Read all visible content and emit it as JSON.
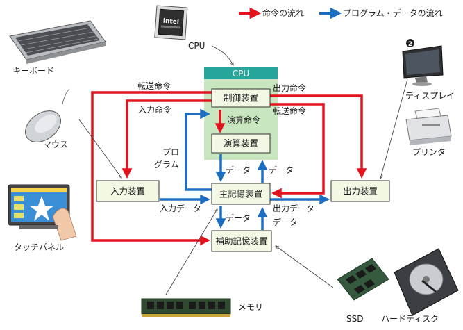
{
  "legend": {
    "command_flow": "命令の流れ",
    "data_flow": "プログラム・データの流れ"
  },
  "colors": {
    "command": "#e3131e",
    "data": "#1d6ec0",
    "cpu_band": "#26a69a",
    "cpu_body": "#c8e6c0",
    "box_fill": "#f2f8e4"
  },
  "cpu": {
    "header": "CPU",
    "photo_label": "CPU",
    "chip_text": "intel"
  },
  "boxes": {
    "control": "制御装置",
    "alu": "演算装置",
    "main_memory": "主記憶装置",
    "input": "入力装置",
    "output": "出力装置",
    "aux_memory": "補助記憶装置"
  },
  "arrow_labels": {
    "transfer_cmd_left": "転送命令",
    "output_cmd": "出力命令",
    "input_cmd": "入力命令",
    "transfer_cmd_right": "転送命令",
    "compute_cmd": "演算命令",
    "program_1": "プロ",
    "program_2": "グラム",
    "data_down": "データ",
    "data_up": "データ",
    "input_data": "入力データ",
    "output_data": "出力データ",
    "aux_data_down": "データ",
    "aux_data_up": "データ"
  },
  "devices": {
    "keyboard": "キーボード",
    "mouse": "マウス",
    "touch_panel": "タッチパネル",
    "display": "ディスプレイ",
    "display_badge": "2",
    "printer": "プリンタ",
    "memory": "メモリ",
    "ssd": "SSD",
    "hdd": "ハードディスク"
  }
}
